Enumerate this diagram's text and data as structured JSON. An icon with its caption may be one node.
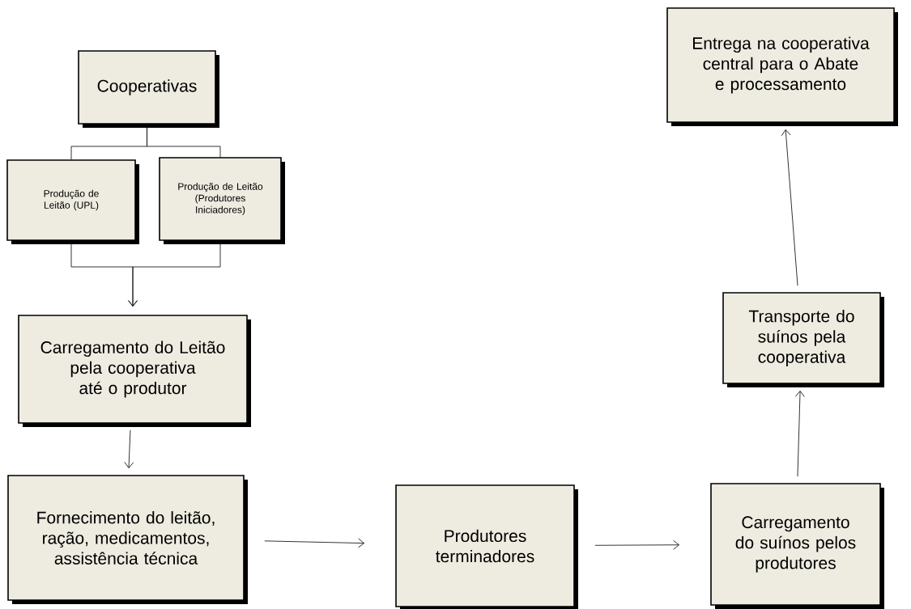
{
  "diagram": {
    "nodes": [
      {
        "text": [
          "Cooperativas"
        ]
      },
      {
        "text": [
          "Produção de Leitão (UPL)"
        ]
      },
      {
        "text": [
          "Produção de Leitão (Produtores Iniciadores)"
        ]
      },
      {
        "text": [
          "Carregamento do Leitão pela cooperativa até o produtor"
        ]
      },
      {
        "text": [
          "Fornecimento do leitão, ração, medicamentos, assistência técnica"
        ]
      },
      {
        "text": [
          "Produtores terminadores"
        ]
      },
      {
        "text": [
          "Carregamento do suínos pelos produtores"
        ]
      },
      {
        "text": [
          "Transporte do suínos pela cooperativa"
        ]
      },
      {
        "text": [
          "Entrega na cooperativa central para o Abate e processamento"
        ]
      }
    ],
    "edges": [
      {
        "from": 0,
        "to": 1,
        "arrow": "none"
      },
      {
        "from": 0,
        "to": 2,
        "arrow": "none"
      },
      {
        "from": 1,
        "to": 3,
        "arrow": "to"
      },
      {
        "from": 2,
        "to": 3,
        "arrow": "to"
      },
      {
        "from": 3,
        "to": 4,
        "arrow": "to"
      },
      {
        "from": 4,
        "to": 5,
        "arrow": "to"
      },
      {
        "from": 5,
        "to": 6,
        "arrow": "to"
      },
      {
        "from": 6,
        "to": 7,
        "arrow": "to"
      },
      {
        "from": 7,
        "to": 8,
        "arrow": "to"
      }
    ]
  }
}
